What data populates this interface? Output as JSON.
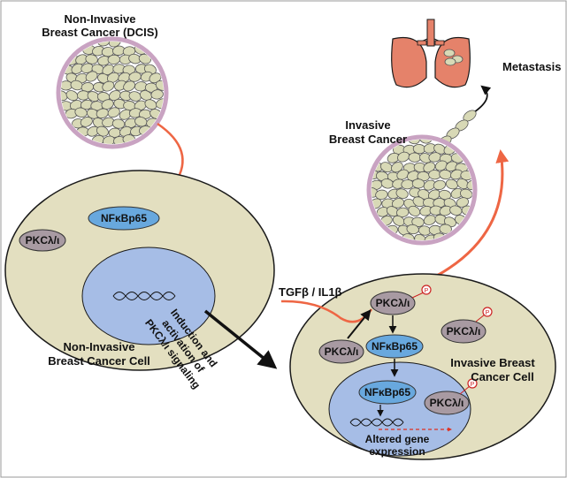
{
  "labels": {
    "dcis_line1": "Non-Invasive",
    "dcis_line2": "Breast Cancer (DCIS)",
    "invasive_line1": "Invasive",
    "invasive_line2": "Breast Cancer",
    "metastasis": "Metastasis",
    "noninv_cell_line1": "Non-Invasive",
    "noninv_cell_line2": "Breast Cancer Cell",
    "inv_cell_line1": "Invasive Breast",
    "inv_cell_line2": "Cancer Cell",
    "induction_line1": "Induction and",
    "induction_line2": "activation of",
    "induction_line3": "PKCλ/ι signaling",
    "tgf_il1": "TGFβ / IL1β",
    "altered_line1": "Altered gene",
    "altered_line2": "expression"
  },
  "molecules": {
    "nfkb": "NFκBp65",
    "pkc": "PKCλ/ι",
    "phospho": "P"
  },
  "colors": {
    "cell_fill": "#e3dfc0",
    "nucleus_fill": "#a6bde6",
    "pkc_fill": "#a89aa2",
    "nfkb_fill": "#68a8de",
    "tumor_cell": "#d8d9b6",
    "tumor_ring": "#c9a3c2",
    "lung": "#e5826a",
    "arrow_red": "#ee6644"
  }
}
